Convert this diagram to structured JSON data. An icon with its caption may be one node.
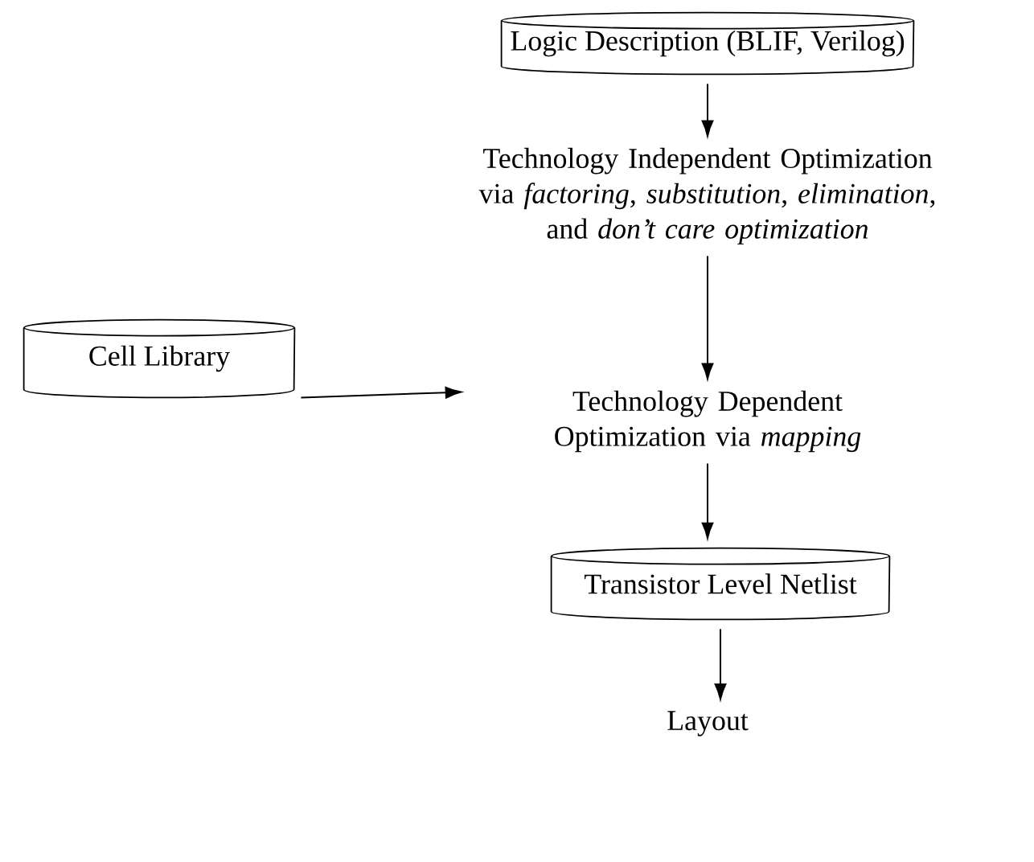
{
  "diagram": {
    "nodes": [
      {
        "text": [
          "Logic Description (BLIF, Verilog)"
        ]
      },
      {
        "text": [
          "Technology Independent Optimization via *factoring*, *substitution*, *elimination*, and *don’t care optimization*"
        ]
      },
      {
        "text": [
          "Cell Library"
        ]
      },
      {
        "text": [
          "Technology Dependent Optimization via *mapping*"
        ]
      },
      {
        "text": [
          "Transistor Level Netlist"
        ]
      },
      {
        "text": [
          "Layout"
        ]
      }
    ],
    "edges": [
      {
        "from": 0,
        "to": 1,
        "arrow": "to"
      },
      {
        "from": 1,
        "to": 3,
        "arrow": "to"
      },
      {
        "from": 2,
        "to": 3,
        "arrow": "to"
      },
      {
        "from": 3,
        "to": 4,
        "arrow": "to"
      },
      {
        "from": 4,
        "to": 5,
        "arrow": "to"
      }
    ]
  }
}
